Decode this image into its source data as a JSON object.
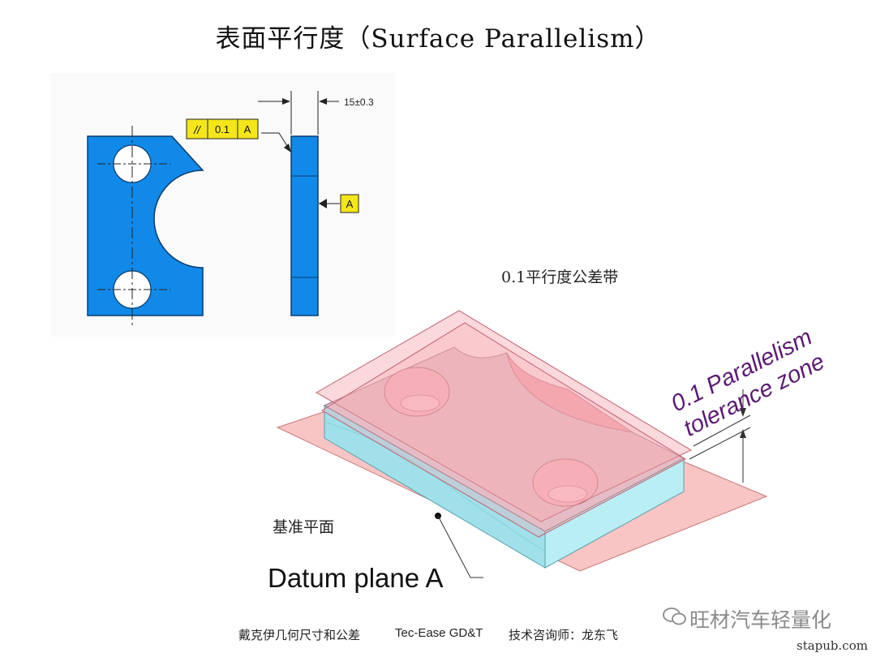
{
  "title": "表面平行度（Surface Parallelism）",
  "drawing": {
    "fcf_symbol": "//",
    "fcf_tolerance": "0.1",
    "fcf_datum": "A",
    "datum_feature": "A",
    "thickness_dim": "15±0.3"
  },
  "labels": {
    "zone_cn": "0.1平行度公差带",
    "zone_en_line1": "0.1 Parallelism",
    "zone_en_line2": "tolerance zone",
    "datum_cn": "基准平面",
    "datum_en": "Datum plane A"
  },
  "footer": {
    "left": "戴克伊几何尺寸和公差",
    "center": "Tec-Ease GD&T",
    "right": "技术咨询师：龙东飞"
  },
  "watermark": "旺材汽车轻量化",
  "site": "stapub.com",
  "colors": {
    "part_blue": "#1189e8",
    "fcf_yellow": "#f4e61a",
    "zone_pink": "#f6b8b8",
    "block_cyan": "#bff0f5",
    "label_purple": "#5a1a73"
  }
}
